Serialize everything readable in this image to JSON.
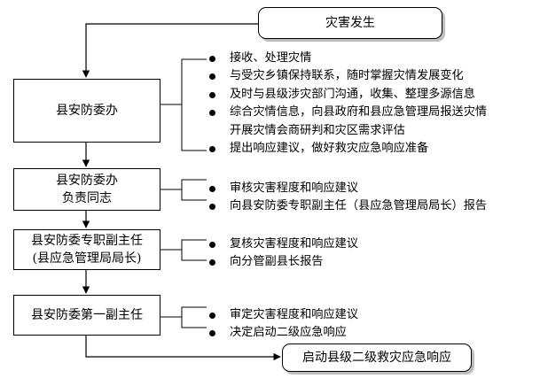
{
  "start": "灾害发生",
  "steps": [
    {
      "lines": [
        "县安防委办"
      ],
      "tasks": [
        "接收、处理灾情",
        "与受灾乡镇保持联系，随时掌握灾情发展变化",
        "及时与县级涉灾部门沟通，收集、整理多源信息",
        "综合灾情信息，向县政府和县应急管理局报送灾情",
        "开展灾情会商研判和灾区需求评估",
        "提出响应建议，做好救灾应急响应准备"
      ]
    },
    {
      "lines": [
        "县安防委办",
        "负责同志"
      ],
      "tasks": [
        "审核灾害程度和响应建议",
        "向县安防委专职副主任（县应急管理局局长）报告"
      ]
    },
    {
      "lines": [
        "县安防委专职副主任",
        "(县应急管理局局长)"
      ],
      "tasks": [
        "复核灾害程度和响应建议",
        "向分管副县长报告"
      ]
    },
    {
      "lines": [
        "县安防委第一副主任"
      ],
      "tasks": [
        "审定灾害程度和响应建议",
        "决定启动二级应急响应"
      ]
    }
  ],
  "end": "启动县级二级救灾应急响应"
}
